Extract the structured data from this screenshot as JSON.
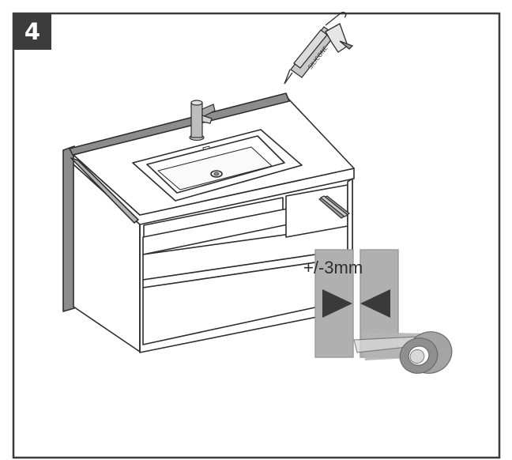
{
  "step": {
    "number": "4"
  },
  "silicone_gun": {
    "label": "SILICONE"
  },
  "tolerance": {
    "label": "+/-3mm"
  },
  "colors": {
    "line": "#2e2e2e",
    "panel_gray": "#b0b0b0",
    "seal_gray": "#8c8c8c",
    "badge": "#3c3c3c",
    "tape_gray": "#a4a4a4",
    "arrow": "#3a3a3a"
  },
  "icons": [
    "silicone-gun-icon",
    "faucet-icon",
    "tape-roll-icon",
    "arrow-right-icon",
    "arrow-left-icon"
  ]
}
